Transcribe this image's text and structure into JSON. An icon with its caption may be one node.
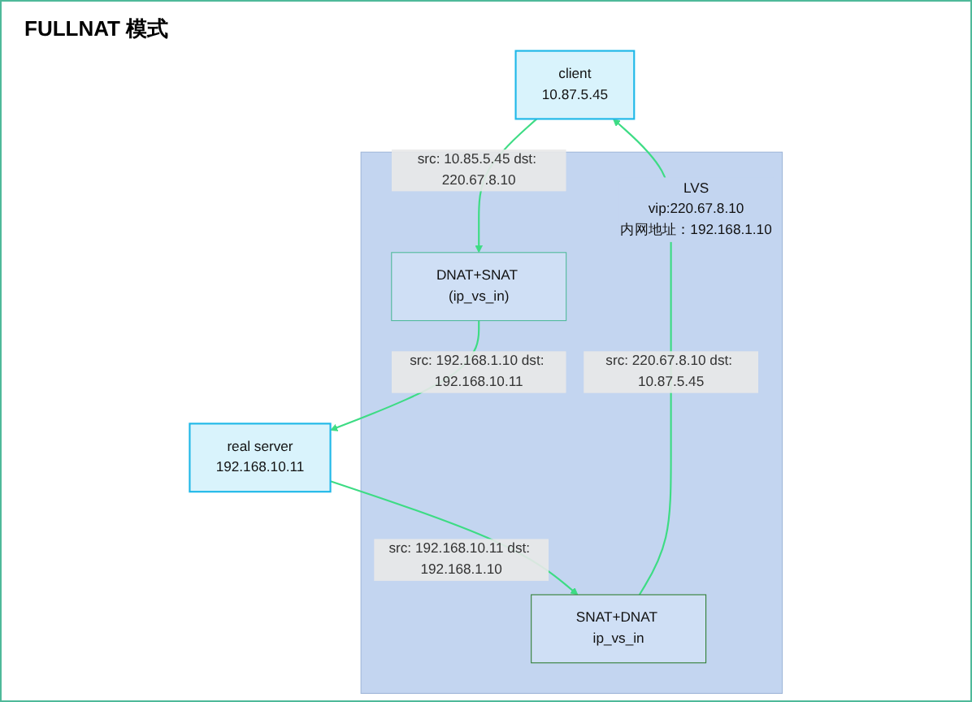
{
  "diagram": {
    "title": "FULLNAT 模式",
    "nodes": [
      {
        "text": [
          "client",
          "10.87.5.45"
        ]
      },
      {
        "text": [
          "LVS",
          "vip:220.67.8.10",
          "内网地址：192.168.1.10"
        ]
      },
      {
        "text": [
          "DNAT+SNAT (ip_vs_in)"
        ],
        "in": 1
      },
      {
        "text": [
          "SNAT+DNAT ip_vs_in"
        ],
        "in": 1
      },
      {
        "text": [
          "real server",
          "192.168.10.11"
        ]
      }
    ],
    "edges": [
      {
        "from": 0,
        "to": 2,
        "arrow": "to",
        "label": "src: 10.85.5.45 dst: 220.67.8.10"
      },
      {
        "from": 2,
        "to": 4,
        "arrow": "to",
        "label": "src: 192.168.1.10 dst: 192.168.10.11"
      },
      {
        "from": 4,
        "to": 3,
        "arrow": "to",
        "label": "src: 192.168.10.11 dst: 192.168.1.10"
      },
      {
        "from": 3,
        "to": 0,
        "arrow": "to",
        "label": "src: 220.67.8.10 dst: 10.87.5.45"
      }
    ]
  }
}
